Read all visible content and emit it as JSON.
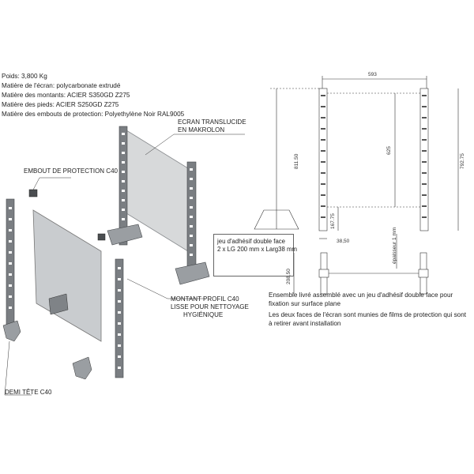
{
  "specs": {
    "weight": "Poids: 3,800 Kg",
    "screen_material": "Matière de l'écran: polycarbonate extrudé",
    "post_material": "Matière des montants: ACIER S350GD Z275",
    "foot_material": "Matière des pieds: ACIER S250GD Z275",
    "cap_material": "Matière des embouts de protection: Polyethylène Noir RAL9005"
  },
  "labels": {
    "screen_line1": "ECRAN TRANSLUCIDE",
    "screen_line2": "EN MAKROLON",
    "end_cap": "EMBOUT DE PROTECTION C40",
    "post_line1": "MONTANT PROFIL C40",
    "post_line2": "LISSE POUR NETTOYAGE",
    "post_line3": "HYGIÉNIQUE",
    "half_head": "DEMI TÊTE C40"
  },
  "tape": {
    "line1": "jeu d'adhésif double face",
    "line2": "2 x LG 200 mm x Larg38 mm"
  },
  "dimensions": {
    "total_width": "593",
    "left_height": "811.50",
    "screen_height": "625",
    "right_height": "792.75",
    "lower_gap": "167.75",
    "foot_offset": "38,50",
    "depth": "208,50",
    "thickness": "épaisseur 1 mm"
  },
  "notes": {
    "line1": "Ensemble livré assemblé avec un jeu d'adhésif double face pour fixation sur surface plane",
    "line2": "Les deux faces de l'écran sont munies de films de protection qui sont à retirer avant installation"
  }
}
